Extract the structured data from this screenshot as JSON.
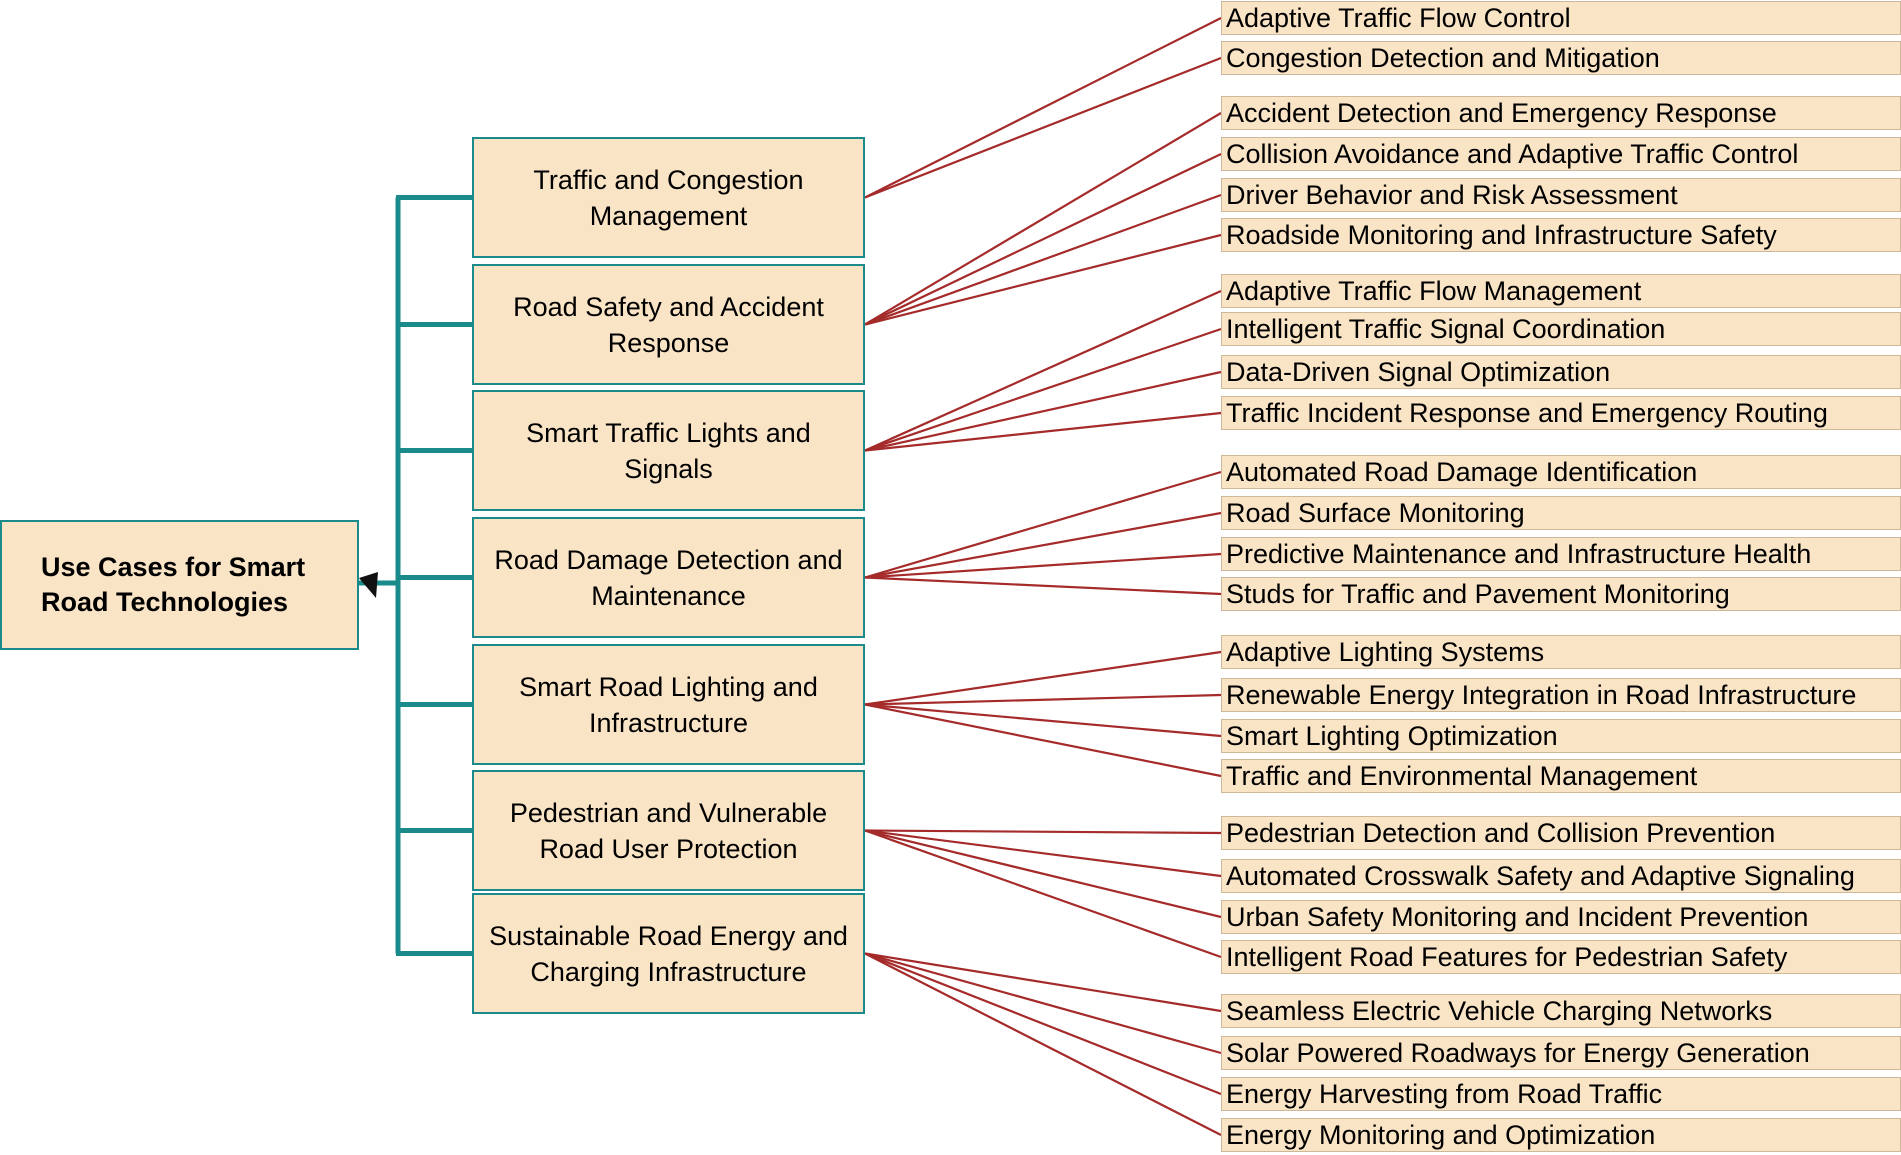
{
  "colors": {
    "node_fill": "#fae4c6",
    "node_border": "#1a8a8a",
    "trunk_line": "#1a8a8a",
    "branch_line": "#a52a2a"
  },
  "root": {
    "label_line1": "Use Cases for Smart",
    "label_line2": "Road Technologies"
  },
  "categories": [
    {
      "label": "Traffic and Congestion Management",
      "children": [
        "Adaptive Traffic Flow Control",
        "Congestion Detection and Mitigation"
      ]
    },
    {
      "label": "Road Safety and Accident Response",
      "children": [
        "Accident Detection and Emergency Response",
        "Collision Avoidance and Adaptive Traffic Control",
        "Driver Behavior and Risk Assessment",
        "Roadside Monitoring and Infrastructure Safety"
      ]
    },
    {
      "label": "Smart Traffic Lights and Signals",
      "children": [
        "Adaptive Traffic Flow Management",
        "Intelligent Traffic Signal Coordination",
        "Data-Driven Signal Optimization",
        "Traffic Incident Response and Emergency Routing"
      ]
    },
    {
      "label": "Road Damage Detection and Maintenance",
      "children": [
        "Automated Road Damage Identification",
        "Road Surface Monitoring",
        "Predictive Maintenance and Infrastructure Health",
        "Studs for Traffic and Pavement Monitoring"
      ]
    },
    {
      "label": "Smart Road Lighting and Infrastructure",
      "children": [
        "Adaptive Lighting Systems",
        "Renewable Energy Integration in Road Infrastructure",
        "Smart Lighting Optimization",
        "Traffic and Environmental Management"
      ]
    },
    {
      "label": "Pedestrian and Vulnerable Road User Protection",
      "children": [
        "Pedestrian Detection and Collision Prevention",
        "Automated Crosswalk Safety and Adaptive Signaling",
        "Urban Safety Monitoring and Incident Prevention",
        "Intelligent Road Features for Pedestrian Safety"
      ]
    },
    {
      "label": "Sustainable Road Energy and Charging Infrastructure",
      "children": [
        "Seamless Electric Vehicle Charging Networks",
        "Solar Powered Roadways for Energy Generation",
        "Energy Harvesting from Road Traffic",
        "Energy Monitoring and Optimization"
      ]
    }
  ]
}
